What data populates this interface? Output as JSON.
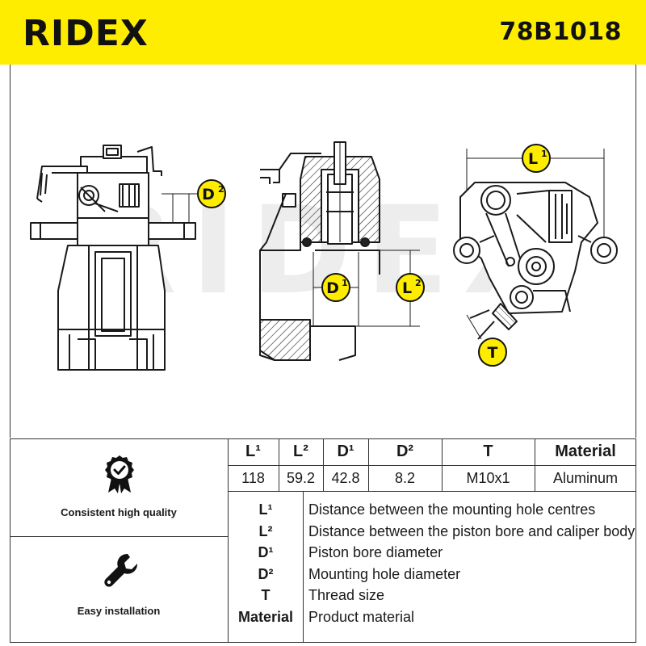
{
  "header": {
    "brand": "RIDEX",
    "part_number": "78B1018",
    "brand_color": "#ffed00"
  },
  "diagram": {
    "watermark": "RIDEX",
    "callouts": {
      "l1": {
        "base": "L",
        "sup": "1"
      },
      "l2": {
        "base": "L",
        "sup": "2"
      },
      "d1": {
        "base": "D",
        "sup": "1"
      },
      "d2": {
        "base": "D",
        "sup": "2"
      },
      "t": {
        "base": "T",
        "sup": ""
      }
    }
  },
  "features": [
    {
      "icon": "badge-check-icon",
      "label": "Consistent high quality"
    },
    {
      "icon": "wrench-icon",
      "label": "Easy installation"
    }
  ],
  "specs": {
    "headers": [
      "L¹",
      "L²",
      "D¹",
      "D²",
      "T",
      "Material"
    ],
    "values": [
      "118",
      "59.2",
      "42.8",
      "8.2",
      "M10x1",
      "Aluminum"
    ]
  },
  "legend": [
    {
      "key": "L¹",
      "desc": "Distance between the mounting hole centres"
    },
    {
      "key": "L²",
      "desc": "Distance between the piston bore and caliper body"
    },
    {
      "key": "D¹",
      "desc": "Piston bore diameter"
    },
    {
      "key": "D²",
      "desc": "Mounting hole diameter"
    },
    {
      "key": "T",
      "desc": "Thread size"
    },
    {
      "key": "Material",
      "desc": "Product material"
    }
  ]
}
